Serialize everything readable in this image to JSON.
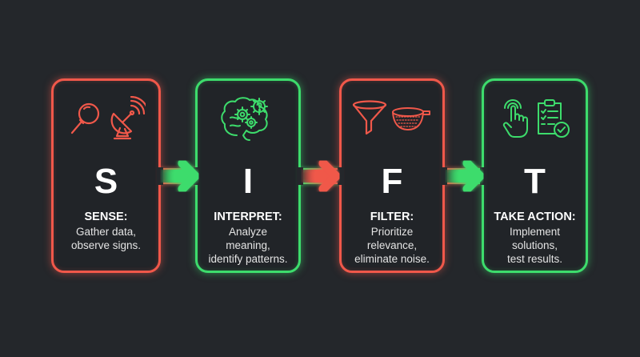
{
  "diagram": {
    "name": "SIFT",
    "colors": {
      "background": "#24272b",
      "red": "#f0584a",
      "green": "#3ddc6c",
      "text": "#ffffff"
    },
    "steps": [
      {
        "letter": "S",
        "title": "SENSE:",
        "description": "Gather data,\nobserve signs.",
        "color": "red",
        "icons": [
          "magnifying-glass-icon",
          "satellite-dish-icon"
        ]
      },
      {
        "letter": "I",
        "title": "INTERPRET:",
        "description": "Analyze\nmeaning,\nidentify patterns.",
        "color": "green",
        "icons": [
          "brain-gears-icon"
        ]
      },
      {
        "letter": "F",
        "title": "FILTER:",
        "description": "Prioritize\nrelevance,\neliminate noise.",
        "color": "red",
        "icons": [
          "funnel-icon",
          "strainer-icon"
        ]
      },
      {
        "letter": "T",
        "title": "TAKE ACTION:",
        "description": "Implement\nsolutions,\ntest results.",
        "color": "green",
        "icons": [
          "tap-hand-icon",
          "clipboard-check-icon"
        ]
      }
    ],
    "connectors": [
      {
        "from": "S",
        "to": "I",
        "arrow_color": "green"
      },
      {
        "from": "I",
        "to": "F",
        "arrow_color": "red"
      },
      {
        "from": "F",
        "to": "T",
        "arrow_color": "green"
      }
    ]
  }
}
